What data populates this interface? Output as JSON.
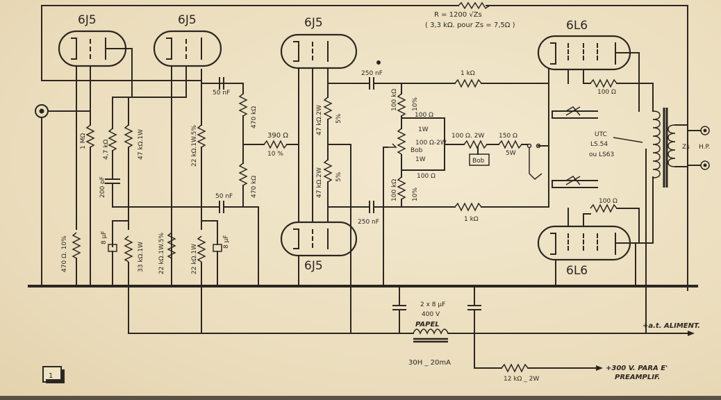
{
  "tubes": {
    "v1": "6J5",
    "v2": "6J5",
    "v3": "6J5",
    "v4": "6J5",
    "v5": "6L6",
    "v6": "6L6"
  },
  "feedback": {
    "formula": "R = 1200 √Zs",
    "note": "( 3,3 kΩ. pour Zs = 7,5Ω )"
  },
  "components": {
    "c_250nf_top": "250 nF",
    "c_250nf_bot": "250 nF",
    "r_1k_top": "1 kΩ",
    "r_1k_bot": "1 kΩ",
    "r_100_top": "100 Ω",
    "r_100_bot": "100 Ω",
    "r_1m": "1 MΩ",
    "r_47k_1w": "4,7 kΩ",
    "r_47k_1w_b": "47 kΩ.1W",
    "c_200pf": "200 pF",
    "r_470_10": "470 Ω. 10%",
    "c_8uf_a": "8 µF",
    "r_33k_1w": "33 kΩ.1W",
    "r_22k_1w_5_top": "22 kΩ.1W.5%",
    "c_50nf_top": "50 nF",
    "c_50nf_bot": "50 nF",
    "r_470k_a": "470 kΩ",
    "r_470k_b": "470 kΩ",
    "r_390": "390 Ω",
    "r_390_tol": "10 %",
    "r_47k_2w_top": "47 kΩ.2W",
    "r_47k_2w_top_tol": "5%",
    "r_47k_2w_bot": "47 kΩ.2W",
    "r_47k_2w_bot_tol": "5%",
    "r_22k_1w_5_bot": "22 kΩ.1W.5%",
    "r_22k_1w": "22 kΩ.1W",
    "c_8uf_b": "8 µF",
    "r_100k_top": "100 kΩ",
    "r_100k_top_tol": "10%",
    "r_100k_bot": "100 kΩ",
    "r_100k_bot_tol": "10%",
    "r_100_1w_top": "100 Ω",
    "r_100_1w_top_w": "1W",
    "r_100_2w_bob": "100 Ω-2W",
    "bob_label": "Bob",
    "r_100_1w_bot_w": "1W",
    "r_100_1w_bot": "100 Ω",
    "r_100_2w": "100 Ω. 2W",
    "bob_box": "Bob",
    "r_150_5w": "150 Ω",
    "r_150_5w_w": "5W",
    "transformer": "UTC\nLS.54\nou LS63",
    "transformer_l1": "UTC",
    "transformer_l2": "LS.54",
    "transformer_l3": "ou LS63",
    "zs": "Zs",
    "hp": "H.P.",
    "filter_caps": "2 x 8 µF",
    "filter_caps_v": "400 V",
    "choke_label": "PAPEL",
    "choke_value": "30H _ 20mA",
    "r_12k_2w": "12 kΩ _ 2W",
    "supply_at": "+a.t. ALIMENT.",
    "supply_300_l1": "+300 V. PARA E'",
    "supply_300_l2": "PREAMPLIF."
  },
  "figure_number": "1"
}
